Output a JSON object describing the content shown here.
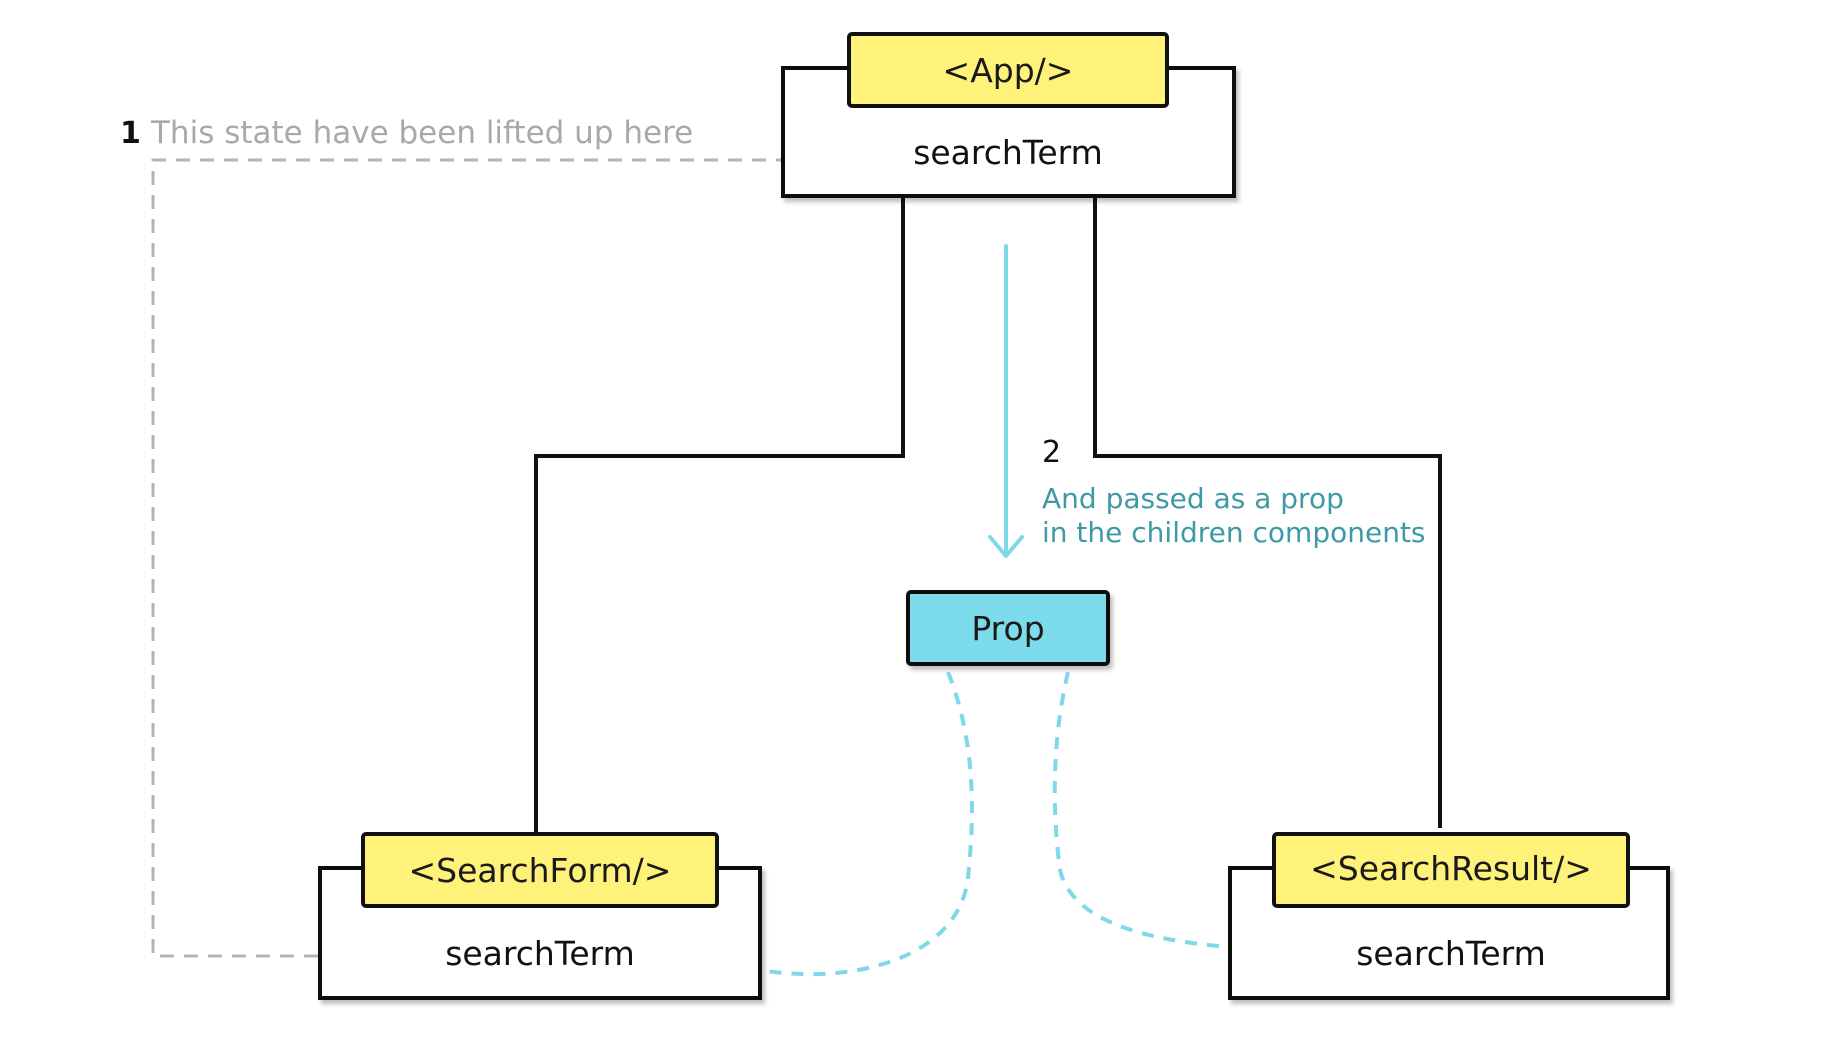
{
  "components": {
    "app": {
      "tag": "<App/>",
      "state": "searchTerm"
    },
    "search_form": {
      "tag": "<SearchForm/>",
      "state": "searchTerm"
    },
    "search_result": {
      "tag": "<SearchResult/>",
      "state": "searchTerm"
    }
  },
  "prop": {
    "label": "Prop"
  },
  "annotations": {
    "step1": {
      "number": "1",
      "text": "This state have been lifted up here"
    },
    "step2": {
      "number": "2",
      "line1": "And passed as a prop",
      "line2": "in the children components"
    }
  },
  "colors": {
    "tab_fill": "#fff27a",
    "prop_fill": "#7cdcec",
    "flow_cyan": "#7fd8e8",
    "note_teal": "#3f9aa6",
    "note_grey": "#a9a9a9",
    "outline": "#111111"
  }
}
